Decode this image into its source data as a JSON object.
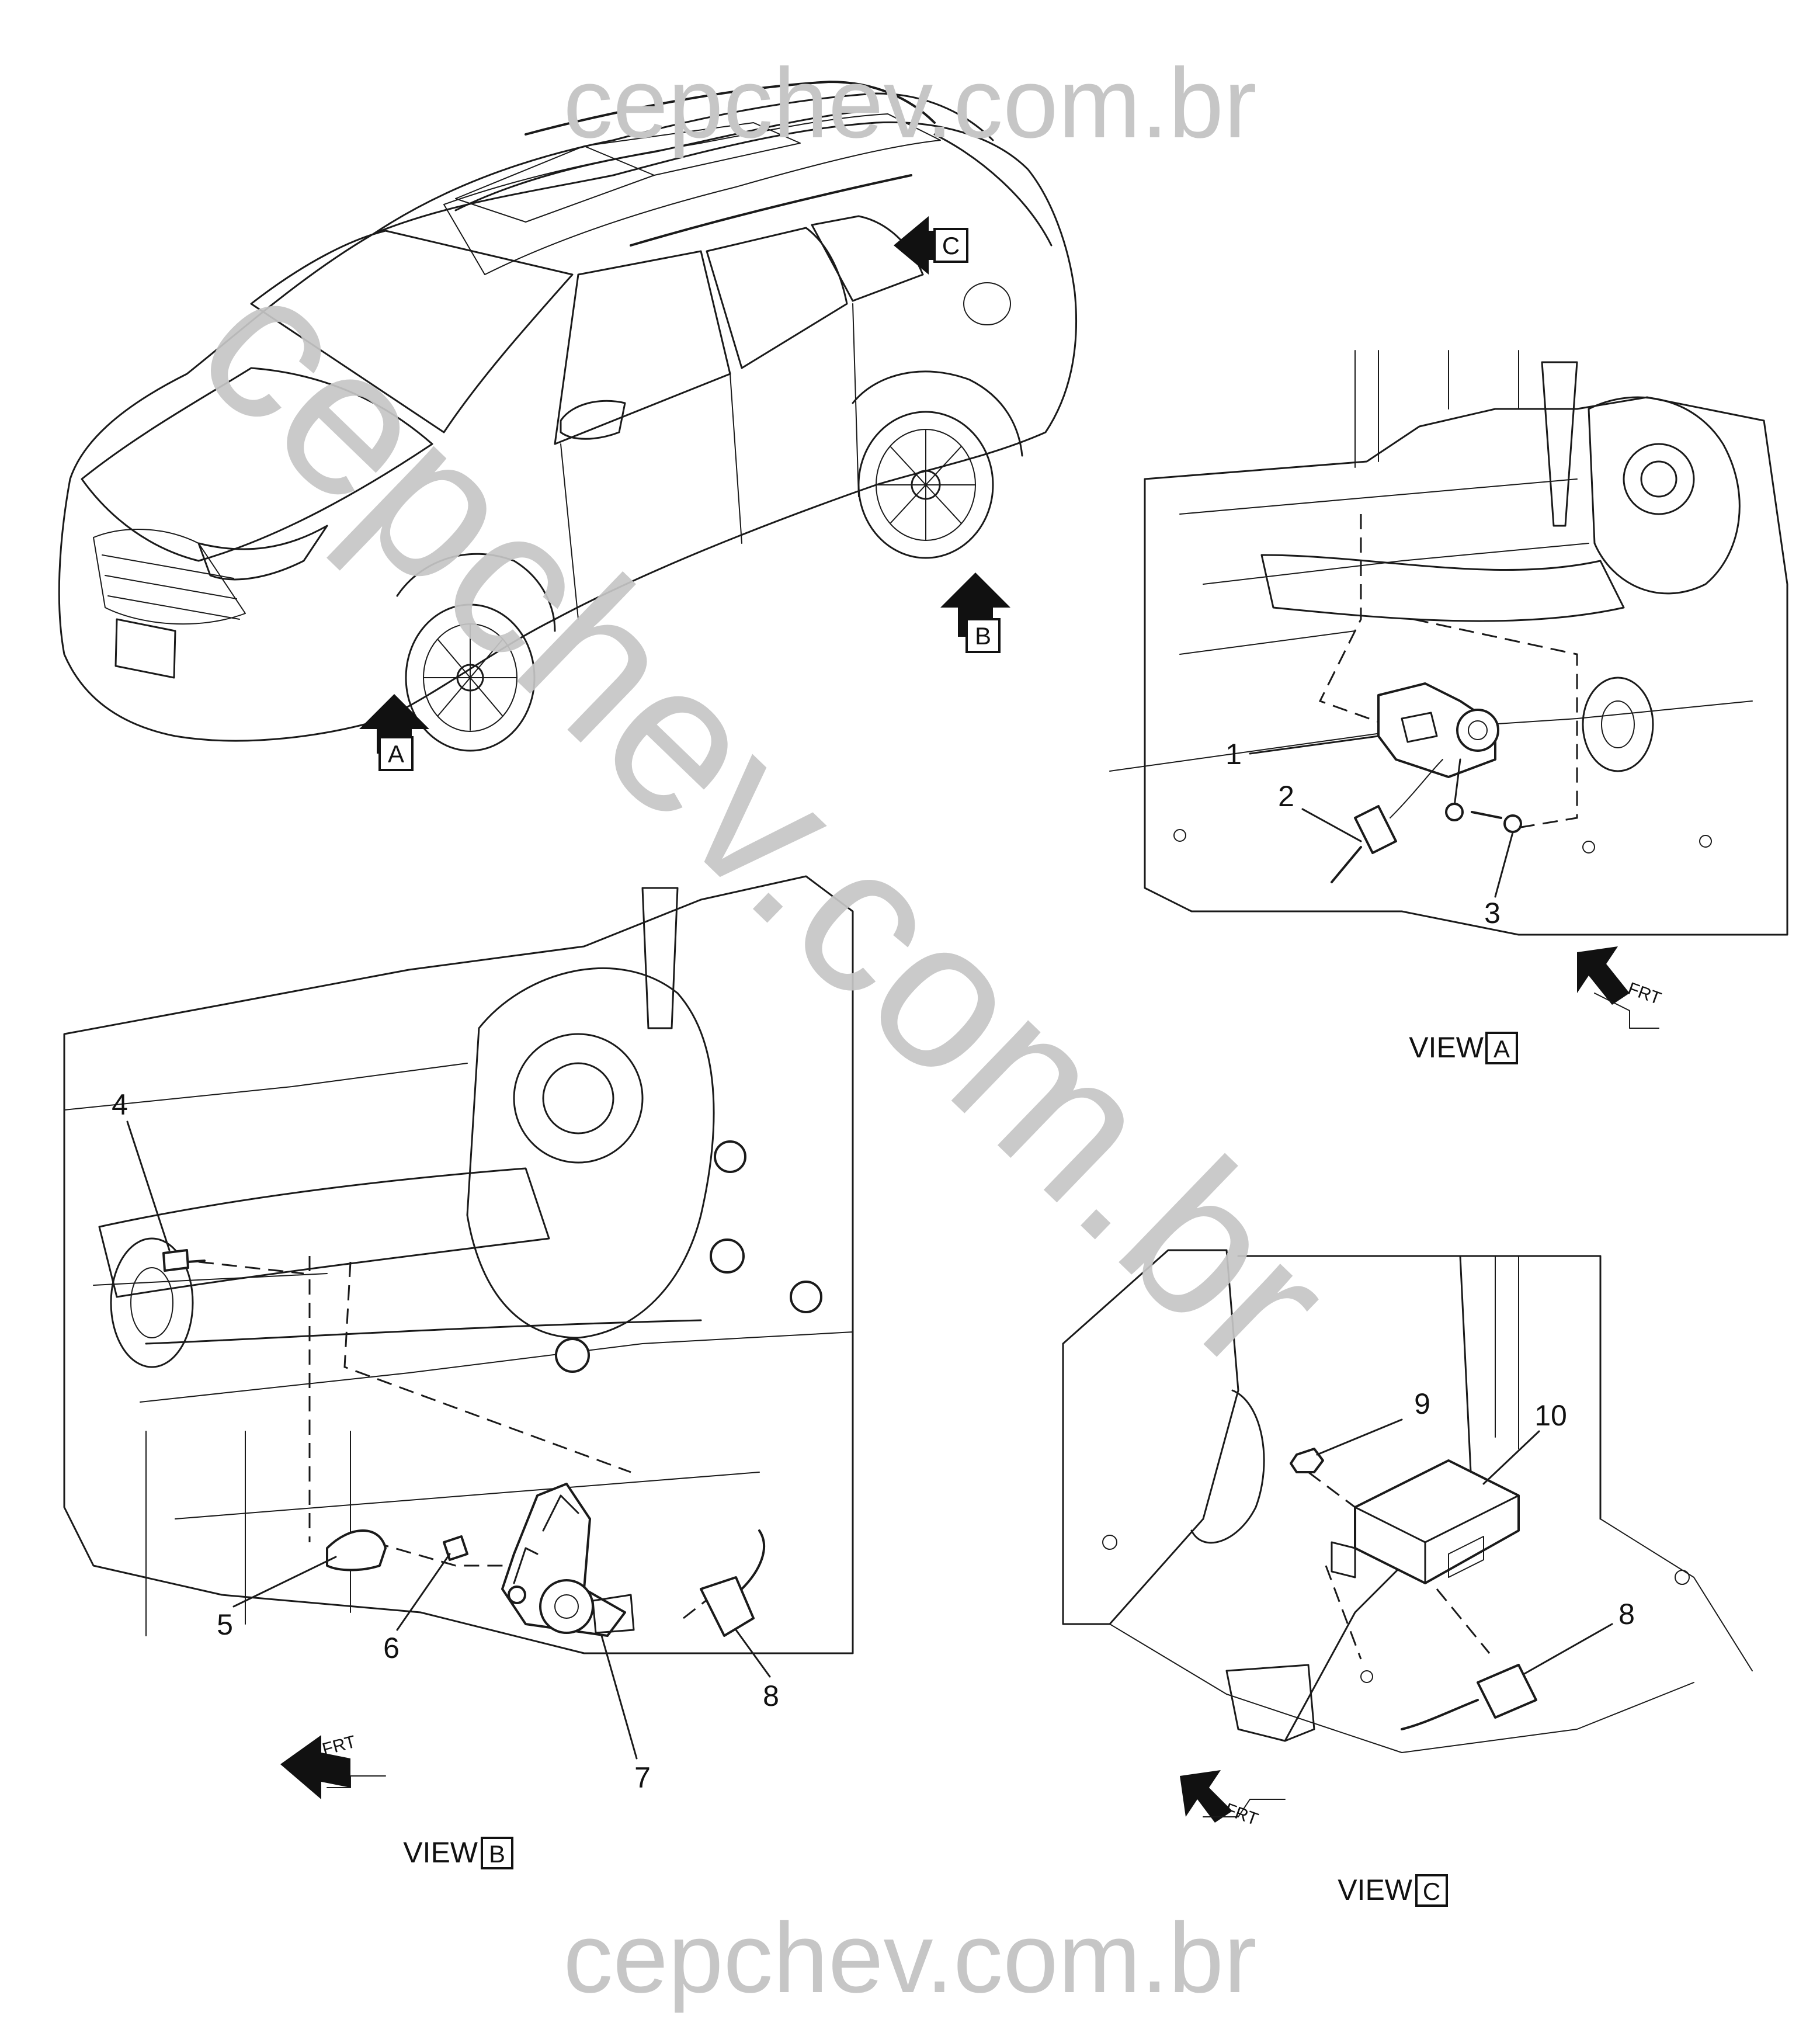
{
  "watermark": {
    "text": "cepchev.com.br"
  },
  "vehicle_arrows": [
    {
      "label": "A"
    },
    {
      "label": "B"
    },
    {
      "label": "C"
    }
  ],
  "views": [
    {
      "view_word": "VIEW",
      "view_letter": "A",
      "front_label": "FRT",
      "callouts": [
        "1",
        "2",
        "3"
      ]
    },
    {
      "view_word": "VIEW",
      "view_letter": "B",
      "front_label": "FRT",
      "callouts": [
        "4",
        "5",
        "6",
        "7",
        "8"
      ]
    },
    {
      "view_word": "VIEW",
      "view_letter": "C",
      "front_label": "FRT",
      "callouts": [
        "9",
        "10",
        "8"
      ]
    }
  ]
}
